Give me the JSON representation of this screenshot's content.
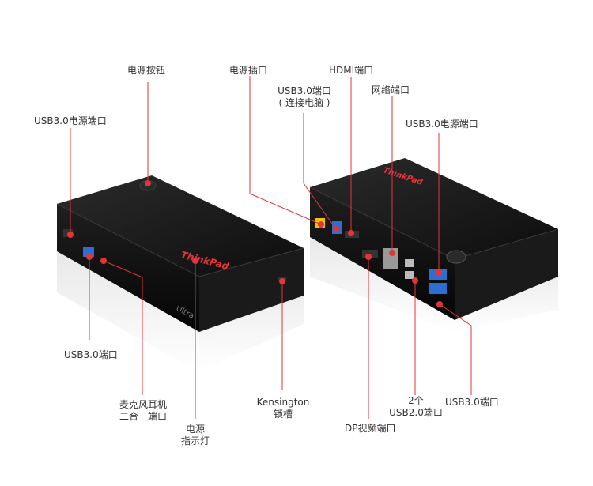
{
  "brand_text": "ThinkPad",
  "model_text": "Ultra",
  "colors": {
    "callout": "#e3343a",
    "device": "#121212",
    "text": "#333333"
  },
  "labels": {
    "power_button": "电源按钮",
    "power_socket": "电源插口",
    "usb30_computer_line1": "USB3.0端口",
    "usb30_computer_line2": "( 连接电脑 )",
    "hdmi": "HDMI端口",
    "network": "网络端口",
    "usb30_power_left": "USB3.0电源端口",
    "usb30_power_right": "USB3.0电源端口",
    "usb30_front": "USB3.0端口",
    "combo_line1": "麦克风耳机",
    "combo_line2": "二合一端口",
    "power_led_line1": "电源",
    "power_led_line2": "指示灯",
    "kensington_line1": "Kensington",
    "kensington_line2": "锁槽",
    "dp": "DP视频端口",
    "usb20_line1": "2个",
    "usb20_line2": "USB2.0端口",
    "usb30_rear": "USB3.0端口"
  }
}
